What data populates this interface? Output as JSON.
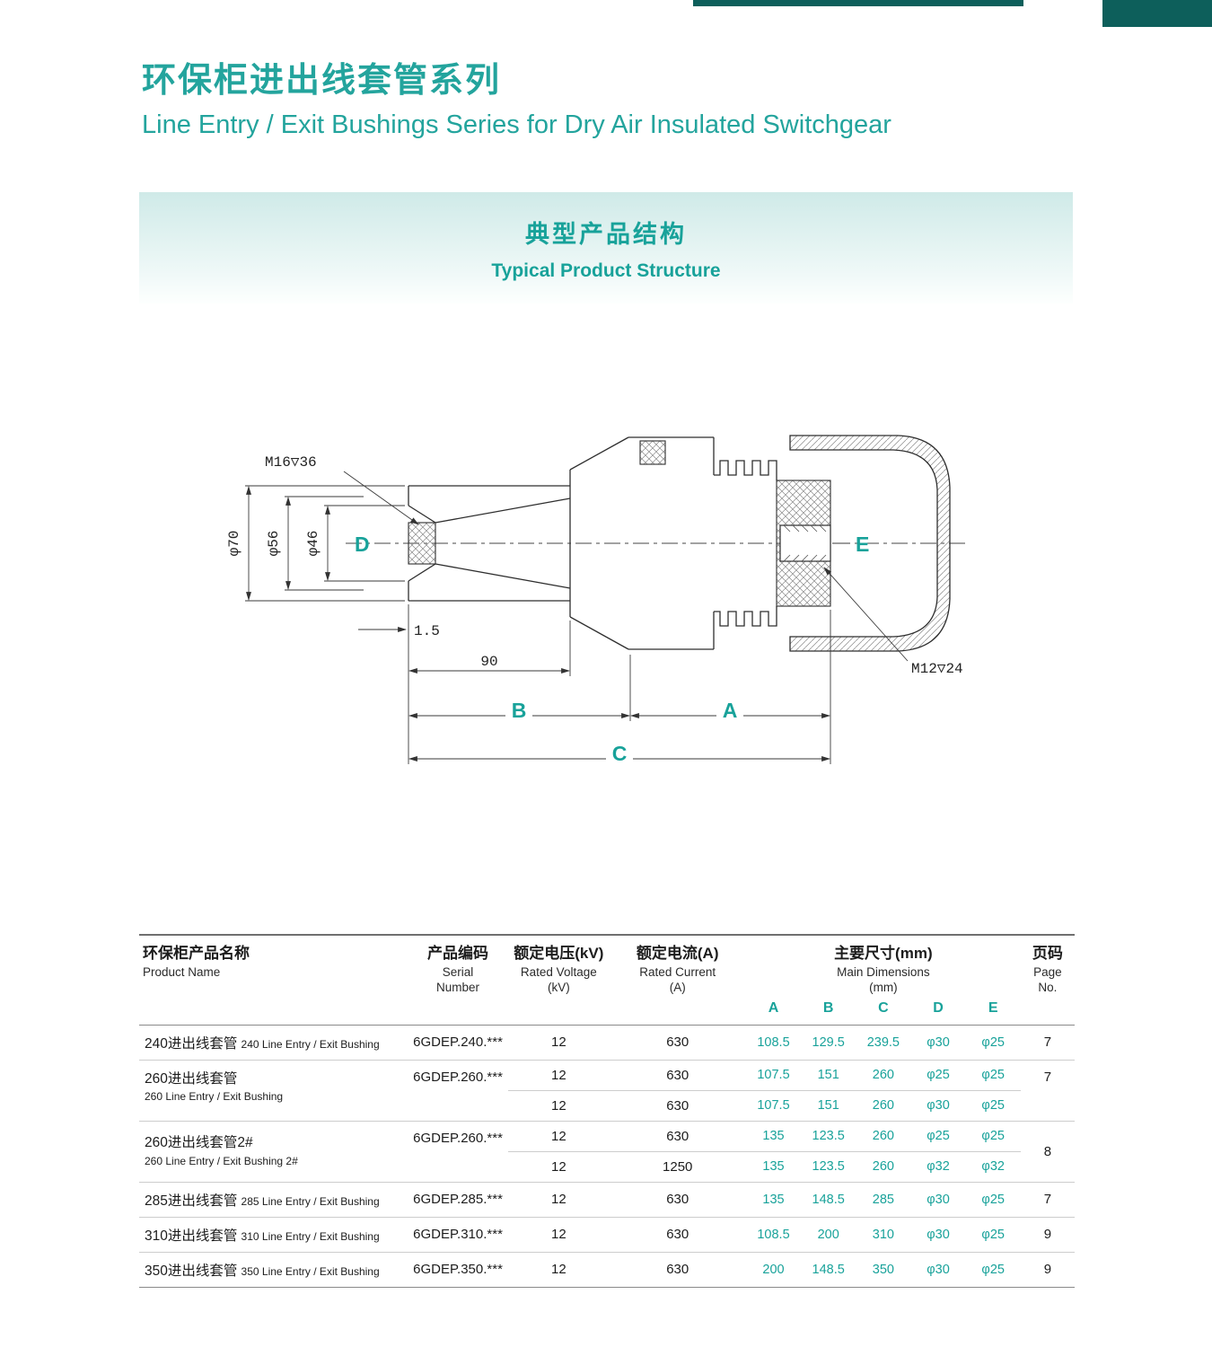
{
  "colors": {
    "accent": "#18a29a",
    "dark_teal": "#0d5f5b"
  },
  "header": {
    "title_zh": "环保柜进出线套管系列",
    "title_en": "Line Entry / Exit Bushings Series for Dry Air Insulated Switchgear"
  },
  "banner": {
    "title_zh": "典型产品结构",
    "title_en": "Typical Product Structure"
  },
  "drawing": {
    "labels": {
      "thread_left": "M16▽36",
      "dia_outer": "φ70",
      "dia_mid": "φ56",
      "dia_bore": "φ46",
      "hole_left": "D",
      "hole_right": "E",
      "wall": "1.5",
      "tube_len": "90",
      "dim_b": "B",
      "dim_a": "A",
      "dim_c": "C",
      "thread_right": "M12▽24"
    }
  },
  "table": {
    "header": {
      "name": {
        "zh": "环保柜产品名称",
        "en": "Product Name"
      },
      "serial": {
        "zh": "产品编码",
        "en1": "Serial",
        "en2": "Number"
      },
      "voltage": {
        "zh": "额定电压(kV)",
        "en1": "Rated Voltage",
        "en2": "(kV)"
      },
      "current": {
        "zh": "额定电流(A)",
        "en1": "Rated Current",
        "en2": "(A)"
      },
      "dims": {
        "zh": "主要尺寸(mm)",
        "en1": "Main Dimensions",
        "en2": "(mm)"
      },
      "dim_cols": [
        "A",
        "B",
        "C",
        "D",
        "E"
      ],
      "page": {
        "zh": "页码",
        "en1": "Page",
        "en2": "No."
      }
    },
    "groups": [
      {
        "name_zh": "240进出线套管",
        "name_en": "240 Line Entry / Exit Bushing",
        "serial": "6GDEP.240.***",
        "rows": [
          {
            "voltage": "12",
            "current": "630",
            "a": "108.5",
            "b": "129.5",
            "c": "239.5",
            "d": "φ30",
            "e": "φ25",
            "page": "7"
          }
        ]
      },
      {
        "name_zh": "260进出线套管",
        "name_en": "260 Line Entry / Exit Bushing",
        "serial": "6GDEP.260.***",
        "rows": [
          {
            "voltage": "12",
            "current": "630",
            "a": "107.5",
            "b": "151",
            "c": "260",
            "d": "φ25",
            "e": "φ25",
            "page": "7"
          },
          {
            "voltage": "12",
            "current": "630",
            "a": "107.5",
            "b": "151",
            "c": "260",
            "d": "φ30",
            "e": "φ25",
            "page": ""
          }
        ]
      },
      {
        "name_zh": "260进出线套管2#",
        "name_en": "260 Line Entry / Exit Bushing 2#",
        "serial": "6GDEP.260.***",
        "rows": [
          {
            "voltage": "12",
            "current": "630",
            "a": "135",
            "b": "123.5",
            "c": "260",
            "d": "φ25",
            "e": "φ25",
            "page": "8"
          },
          {
            "voltage": "12",
            "current": "1250",
            "a": "135",
            "b": "123.5",
            "c": "260",
            "d": "φ32",
            "e": "φ32",
            "page": ""
          }
        ]
      },
      {
        "name_zh": "285进出线套管",
        "name_en": "285 Line Entry / Exit Bushing",
        "serial": "6GDEP.285.***",
        "rows": [
          {
            "voltage": "12",
            "current": "630",
            "a": "135",
            "b": "148.5",
            "c": "285",
            "d": "φ30",
            "e": "φ25",
            "page": "7"
          }
        ]
      },
      {
        "name_zh": "310进出线套管",
        "name_en": "310 Line Entry / Exit Bushing",
        "serial": "6GDEP.310.***",
        "rows": [
          {
            "voltage": "12",
            "current": "630",
            "a": "108.5",
            "b": "200",
            "c": "310",
            "d": "φ30",
            "e": "φ25",
            "page": "9"
          }
        ]
      },
      {
        "name_zh": "350进出线套管",
        "name_en": "350 Line Entry / Exit Bushing",
        "serial": "6GDEP.350.***",
        "rows": [
          {
            "voltage": "12",
            "current": "630",
            "a": "200",
            "b": "148.5",
            "c": "350",
            "d": "φ30",
            "e": "φ25",
            "page": "9"
          }
        ]
      }
    ]
  }
}
